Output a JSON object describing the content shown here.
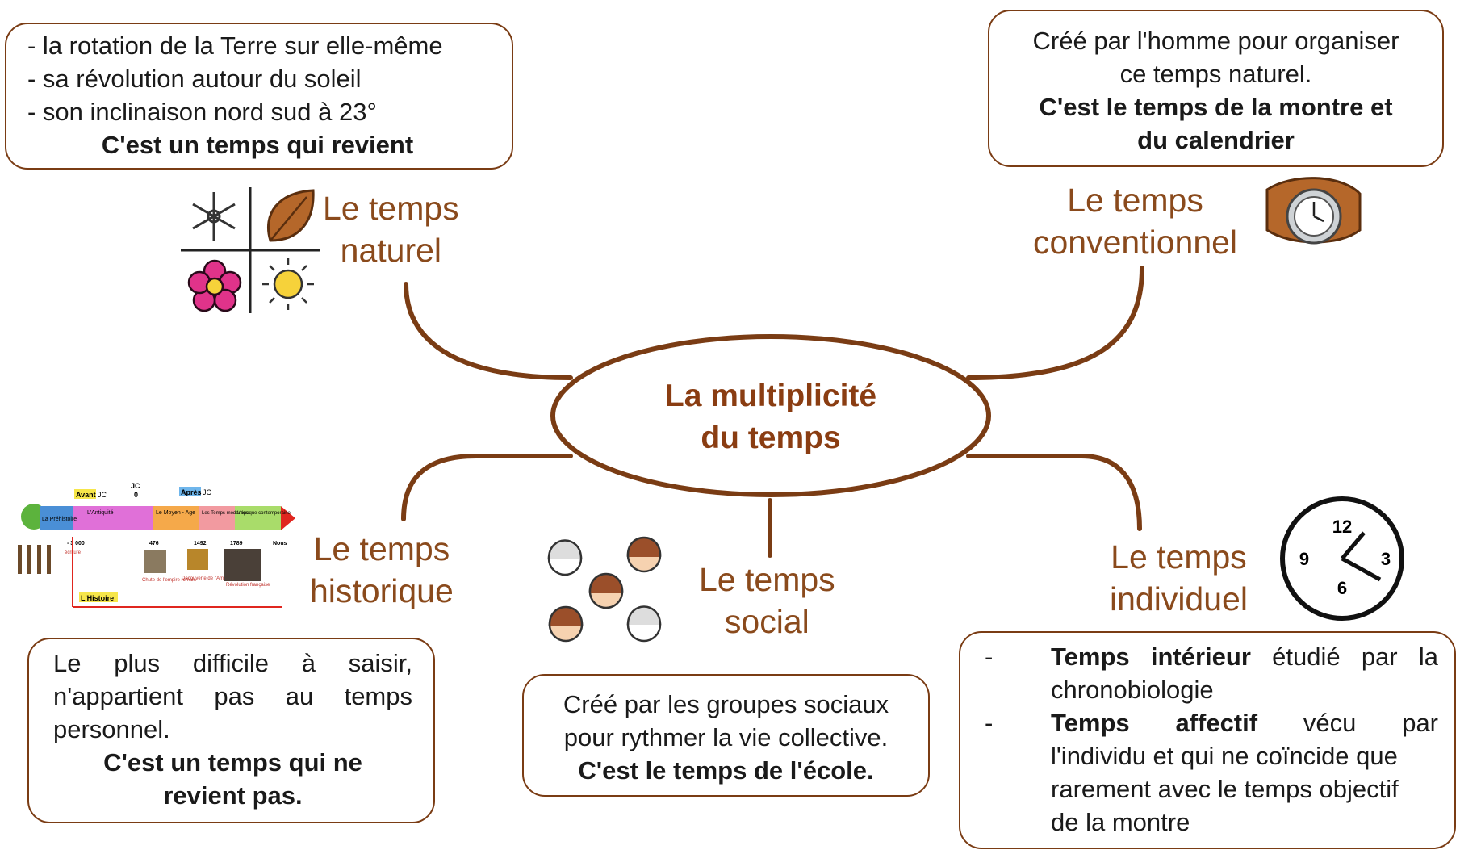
{
  "center": {
    "line1": "La multiplicité",
    "line2": "du temps"
  },
  "naturel": {
    "label_line1": "Le temps",
    "label_line2": "naturel",
    "items": [
      "- la rotation de la Terre sur elle-même",
      "- sa révolution autour du soleil",
      "- son inclinaison nord sud à 23°"
    ],
    "bold": "C'est un temps qui revient"
  },
  "conventionnel": {
    "label_line1": "Le temps",
    "label_line2": "conventionnel",
    "line1": "Créé par l'homme pour organiser",
    "line2": "ce temps naturel.",
    "bold1": "C'est le temps de la montre et",
    "bold2": "du calendrier"
  },
  "historique": {
    "label_line1": "Le temps",
    "label_line2": "historique",
    "line1": "Le plus difficile à saisir,",
    "line2": "n'appartient pas au temps",
    "line3": "personnel.",
    "bold1": "C'est un temps qui ne",
    "bold2": "revient pas.",
    "timeline": {
      "avant": "Avant",
      "jc": "JC",
      "apres": "Après",
      "jc_top": "JC",
      "zero": "0",
      "periods": [
        "La Préhistoire",
        "L'Antiquité",
        "Le Moyen - Age",
        "Les Temps modernes",
        "L'époque contemporaine"
      ],
      "dates": [
        "- 3 000",
        "476",
        "1492",
        "1789",
        "Nous"
      ],
      "events": [
        "écriture",
        "Chute de l'empire romain",
        "Découverte de l'Amérique",
        "Révolution française"
      ],
      "histoire": "L'Histoire"
    }
  },
  "social": {
    "label_line1": "Le temps",
    "label_line2": "social",
    "line1": "Créé par les groupes sociaux",
    "line2": "pour rythmer la vie collective.",
    "bold": "C'est le temps de l'école."
  },
  "individuel": {
    "label_line1": "Le temps",
    "label_line2": "individuel",
    "dash": "-",
    "item1_bold": "Temps intérieur",
    "item1_rest": " étudié par la",
    "item1_cont": "chronobiologie",
    "item2_bold": "Temps affectif",
    "item2_rest": " vécu par",
    "item2_cont1": "l'individu et qui ne coïncide que",
    "item2_cont2": "rarement avec le temps objectif",
    "item2_cont3": "de la montre",
    "clock": {
      "n12": "12",
      "n3": "3",
      "n6": "6",
      "n9": "9"
    }
  },
  "colors": {
    "branch": "#7a3c14",
    "label": "#8a4a1c",
    "title": "#8a3d12"
  },
  "icons": [
    "snowflake-icon",
    "leaf-icon",
    "flower-icon",
    "sun-icon",
    "wristwatch-icon",
    "wall-clock-icon",
    "people-faces-icon",
    "timeline-icon"
  ]
}
